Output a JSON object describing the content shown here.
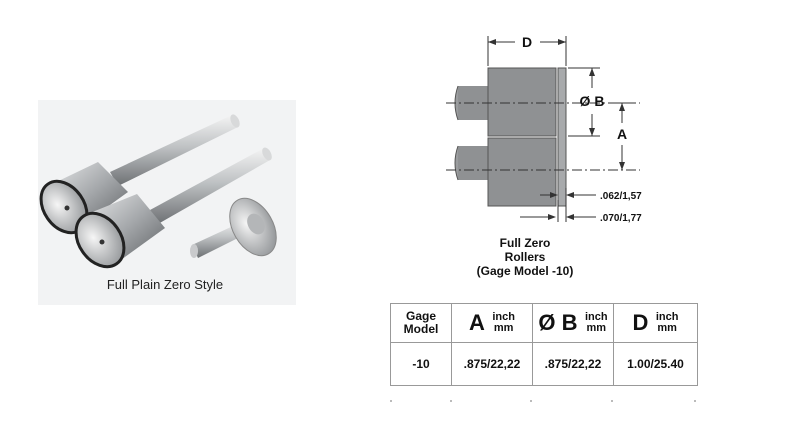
{
  "photo": {
    "caption": "Full Plain Zero Style"
  },
  "drawing": {
    "dim_d": "D",
    "dim_b": "Ø B",
    "dim_a": "A",
    "dim_small_1": ".062/1,57",
    "dim_small_2": ".070/1,77",
    "caption_lines": [
      "Full Zero",
      "Rollers",
      "(Gage Model -10)"
    ]
  },
  "table": {
    "headers": {
      "gage_model_line1": "Gage",
      "gage_model_line2": "Model",
      "a_letter": "A",
      "b_letter": "Ø B",
      "d_letter": "D",
      "unit_top": "inch",
      "unit_bottom": "mm"
    },
    "rows": [
      {
        "gage_model": "-10",
        "a": ".875/22,22",
        "b": ".875/22,22",
        "d": "1.00/25.40"
      }
    ]
  }
}
